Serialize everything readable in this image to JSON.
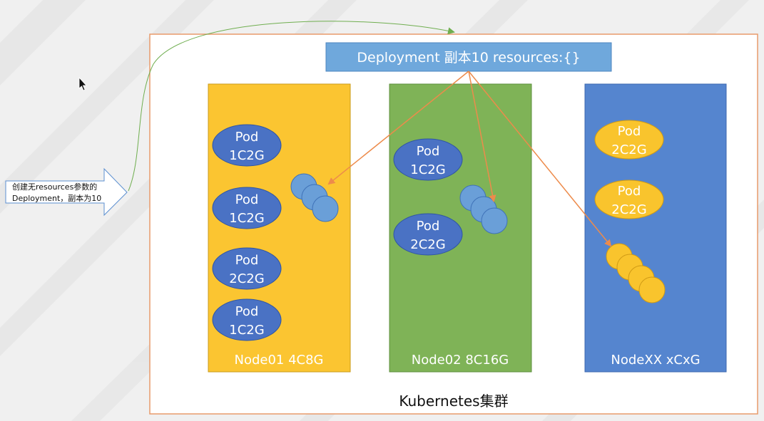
{
  "diagram": {
    "deployment_label": "Deployment 副本10 resources:{}",
    "cluster_label": "Kubernetes集群",
    "callout_text_line1": "创建无resources参数的",
    "callout_text_line2": "Deployment，副本为10",
    "nodes": [
      {
        "label": "Node01 4C8G",
        "color": "#FBC531",
        "pods": [
          {
            "line1": "Pod",
            "line2": "1C2G"
          },
          {
            "line1": "Pod",
            "line2": "1C2G"
          },
          {
            "line1": "Pod",
            "line2": "2C2G"
          },
          {
            "line1": "Pod",
            "line2": "1C2G"
          }
        ]
      },
      {
        "label": "Node02 8C16G",
        "color": "#7FB357",
        "pods": [
          {
            "line1": "Pod",
            "line2": "1C2G"
          },
          {
            "line1": "Pod",
            "line2": "2C2G"
          }
        ]
      },
      {
        "label": "NodeXX xCxG",
        "color": "#5585CF",
        "pods": [
          {
            "line1": "Pod",
            "line2": "2C2G"
          },
          {
            "line1": "Pod",
            "line2": "2C2G"
          }
        ]
      }
    ],
    "colors": {
      "deployment_box": "#6FA8DC",
      "pod_blue": "#4A72C4",
      "pod_yellow": "#F9C42D",
      "new_pod_blue": "#6A9FD8",
      "arrow_orange": "#ED8B4B",
      "cluster_border": "#E89A6A",
      "curve_green": "#6FAE4F",
      "callout_fill": "#FFFFFF",
      "callout_stroke": "#5B8FD0"
    }
  }
}
